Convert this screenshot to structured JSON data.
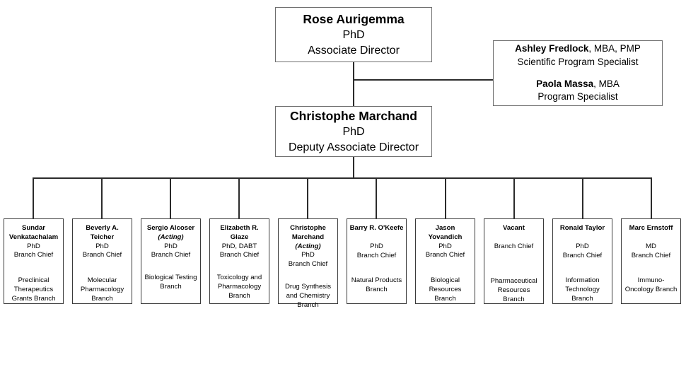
{
  "org_chart": {
    "leadership": [
      {
        "id": "associate-director",
        "name": "Rose Aurigemma",
        "degree": "PhD",
        "title": "Associate Director"
      },
      {
        "id": "deputy-associate-director",
        "name": "Christophe Marchand",
        "degree": "PhD",
        "title": "Deputy Associate Director"
      }
    ],
    "staff_box": {
      "id": "program-staff",
      "members": [
        {
          "name": "Ashley Fredlock",
          "degrees": ", MBA, PMP",
          "role": "Scientific Program Specialist"
        },
        {
          "name": "Paola Massa",
          "degrees": ", MBA",
          "role": "Program Specialist"
        }
      ]
    },
    "branches": [
      {
        "id": "preclinical-therapeutics-grants",
        "name": "Sundar Venkatachalam",
        "acting": "",
        "degree": "PhD",
        "title": "Branch Chief",
        "unit": "Preclinical Therapeutics Grants Branch"
      },
      {
        "id": "molecular-pharmacology",
        "name": "Beverly A. Teicher",
        "acting": "",
        "degree": "PhD",
        "title": "Branch Chief",
        "unit": "Molecular Pharmacology Branch"
      },
      {
        "id": "biological-testing",
        "name": "Sergio Alcoser",
        "acting": "(Acting)",
        "degree": "PhD",
        "title": "Branch Chief",
        "unit": "Biological Testing Branch"
      },
      {
        "id": "toxicology-and-pharmacology",
        "name": "Elizabeth R. Glaze",
        "acting": "",
        "degree": "PhD, DABT",
        "title": "Branch Chief",
        "unit": "Toxicology and Pharmacology Branch"
      },
      {
        "id": "drug-synthesis-and-chemistry",
        "name": "Christophe Marchand",
        "acting": "(Acting)",
        "degree": "PhD",
        "title": "Branch Chief",
        "unit": "Drug Synthesis and Chemistry Branch"
      },
      {
        "id": "natural-products",
        "name": "Barry R. O'Keefe",
        "acting": "",
        "degree": "PhD",
        "title": "Branch Chief",
        "unit": "Natural Products Branch"
      },
      {
        "id": "biological-resources",
        "name": "Jason Yovandich",
        "acting": "",
        "degree": "PhD",
        "title": "Branch Chief",
        "unit": "Biological Resources Branch"
      },
      {
        "id": "pharmaceutical-resources",
        "name": "Vacant",
        "acting": "",
        "degree": "",
        "title": "Branch Chief",
        "unit": "Pharmaceutical Resources Branch"
      },
      {
        "id": "information-technology",
        "name": "Ronald Taylor",
        "acting": "",
        "degree": "PhD",
        "title": "Branch Chief",
        "unit": "Information Technology Branch"
      },
      {
        "id": "immuno-oncology",
        "name": "Marc Ernstoff",
        "acting": "",
        "degree": "MD",
        "title": "Branch Chief",
        "unit": "Immuno-Oncology Branch"
      }
    ]
  }
}
